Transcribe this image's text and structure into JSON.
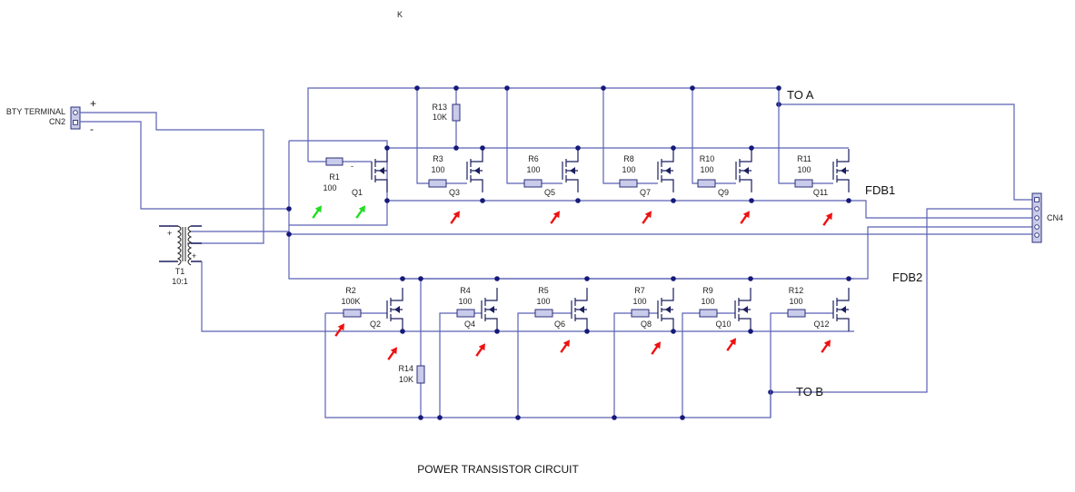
{
  "title": "POWER TRANSISTOR CIRCUIT",
  "stray_label": "K",
  "colors": {
    "wire": "#5a62b4",
    "node": "#151a7a",
    "component_fill": "#c9cbea",
    "marker_red": "#ee1111",
    "marker_green": "#22dd22"
  },
  "battery": {
    "label": "BTY TERMINAL",
    "ref": "CN2",
    "plus": "+",
    "minus": "-"
  },
  "transformer": {
    "ref": "T1",
    "ratio": "10:1",
    "plus": "+"
  },
  "output_connector": {
    "ref": "CN4"
  },
  "nets": {
    "to_a": "TO A",
    "to_b": "TO B",
    "fdb1": "FDB1",
    "fdb2": "FDB2"
  },
  "top_row": {
    "driver": {
      "resistor": "R1",
      "value": "100",
      "transistor": "Q1",
      "dash": "-"
    },
    "pullup": {
      "resistor": "R13",
      "value": "10K"
    },
    "stages": [
      {
        "resistor": "R3",
        "value": "100",
        "transistor": "Q3"
      },
      {
        "resistor": "R6",
        "value": "100",
        "transistor": "Q5"
      },
      {
        "resistor": "R8",
        "value": "100",
        "transistor": "Q7"
      },
      {
        "resistor": "R10",
        "value": "100",
        "transistor": "Q9"
      },
      {
        "resistor": "R11",
        "value": "100",
        "transistor": "Q11"
      }
    ]
  },
  "bottom_row": {
    "driver": {
      "resistor": "R2",
      "value": "100K",
      "transistor": "Q2"
    },
    "pulldown": {
      "resistor": "R14",
      "value": "10K"
    },
    "stages": [
      {
        "resistor": "R4",
        "value": "100",
        "transistor": "Q4"
      },
      {
        "resistor": "R5",
        "value": "100",
        "transistor": "Q6"
      },
      {
        "resistor": "R7",
        "value": "100",
        "transistor": "Q8"
      },
      {
        "resistor": "R9",
        "value": "100",
        "transistor": "Q10"
      },
      {
        "resistor": "R12",
        "value": "100",
        "transistor": "Q12"
      }
    ]
  },
  "markers": {
    "green_count": 2,
    "red_count": 12
  }
}
